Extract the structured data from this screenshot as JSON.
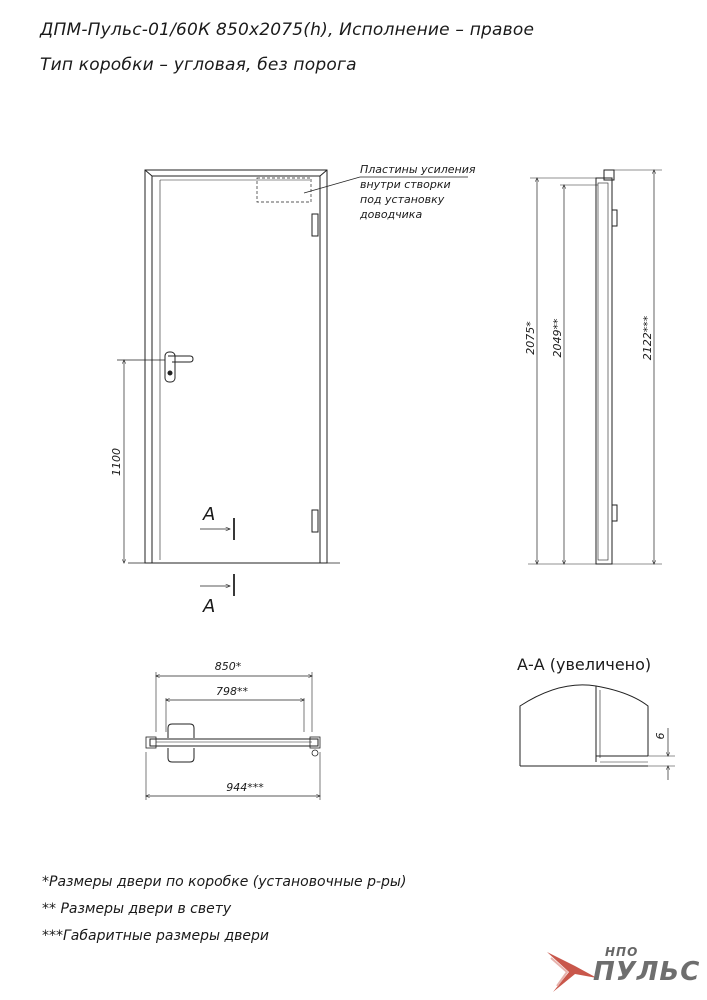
{
  "header": {
    "title_line1": "ДПМ-Пульс-01/60К  850x2075(h), Исполнение – правое",
    "title_line2": "Тип коробки – угловая, без порога"
  },
  "front_view": {
    "callout_line1": "Пластины усиления",
    "callout_line2": "внутри створки",
    "callout_line3": "под установку",
    "callout_line4": "доводчика",
    "handle_height": "1100",
    "section_mark": "A"
  },
  "side_view": {
    "dim_frame": "2075*",
    "dim_clear": "2049**",
    "dim_overall": "2122***"
  },
  "plan_view": {
    "dim_frame": "850*",
    "dim_clear": "798**",
    "dim_overall": "944***"
  },
  "section": {
    "title": "А-А (увеличено)",
    "dim": "6"
  },
  "notes": {
    "note1": "*Размеры двери по коробке (установочные р-ры)",
    "note2": "** Размеры двери в свету",
    "note3": "***Габаритные размеры двери"
  },
  "logo": {
    "small": "НПО",
    "main": "ПУЛЬС",
    "colors": {
      "mark": "#c0392b",
      "text": "#6e6e6e"
    }
  }
}
